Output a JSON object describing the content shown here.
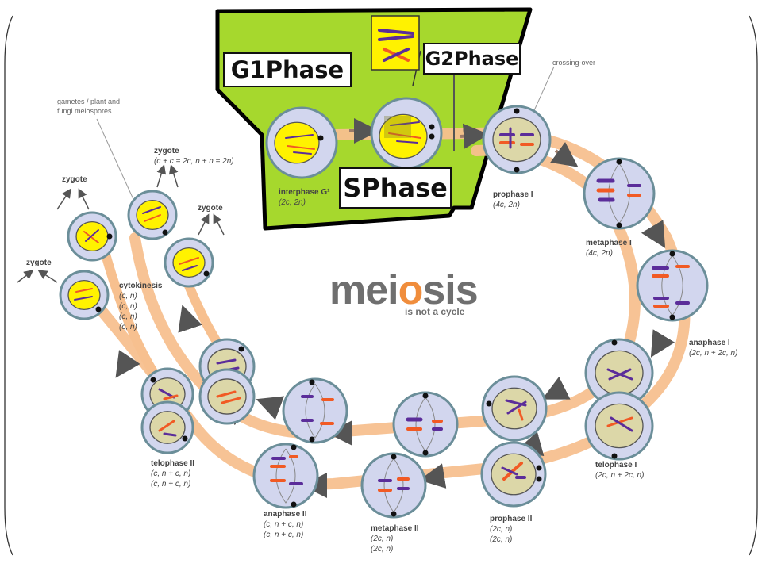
{
  "title": {
    "prefix": "mei",
    "accent": "o",
    "suffix": "sis",
    "subtitle": "is not a cycle"
  },
  "phase_boxes": {
    "g1": "G1Phase",
    "s": "SPhase",
    "g2": "G2Phase"
  },
  "notes": {
    "crossing_over": "crossing-over",
    "gametes": "gametes / plant and\nfungi meiospores"
  },
  "zygote_labels": {
    "z1": "zygote",
    "z2": "zygote",
    "z2_formula": "(c + c = 2c, n + n = 2n)",
    "z3": "zygote",
    "z4": "zygote"
  },
  "stages": {
    "interphase": {
      "name": "interphase G¹",
      "ploidy": [
        "(2c, 2n)"
      ]
    },
    "prophase1": {
      "name": "prophase I",
      "ploidy": [
        "(4c, 2n)"
      ]
    },
    "metaphase1": {
      "name": "metaphase I",
      "ploidy": [
        "(4c, 2n)"
      ]
    },
    "anaphase1": {
      "name": "anaphase I",
      "ploidy": [
        "(2c, n + 2c, n)"
      ]
    },
    "telophase1": {
      "name": "telophase I",
      "ploidy": [
        "(2c, n + 2c, n)"
      ]
    },
    "prophase2": {
      "name": "prophase II",
      "ploidy": [
        "(2c, n)",
        "(2c, n)"
      ]
    },
    "metaphase2": {
      "name": "metaphase II",
      "ploidy": [
        "(2c, n)",
        "(2c, n)"
      ]
    },
    "anaphase2": {
      "name": "anaphase II",
      "ploidy": [
        "(c, n + c, n)",
        "(c, n + c, n)"
      ]
    },
    "telophase2": {
      "name": "telophase II",
      "ploidy": [
        "(c, n + c, n)",
        "(c, n + c, n)"
      ]
    },
    "cytokinesis": {
      "name": "cytokinesis",
      "ploidy": [
        "(c, n)",
        "(c, n)",
        "(c, n)",
        "(c, n)"
      ]
    }
  },
  "colors": {
    "green_panel": "#a6d82d",
    "cell_fill": "#d2d6ee",
    "cell_border": "#6b8e99",
    "nucleus_yellow": "#fff200",
    "nucleus_khaki": "#dcd7a8",
    "track": "#f7c08f",
    "chromosome_purple": "#5b2d9a",
    "chromosome_orange": "#f15a24"
  }
}
